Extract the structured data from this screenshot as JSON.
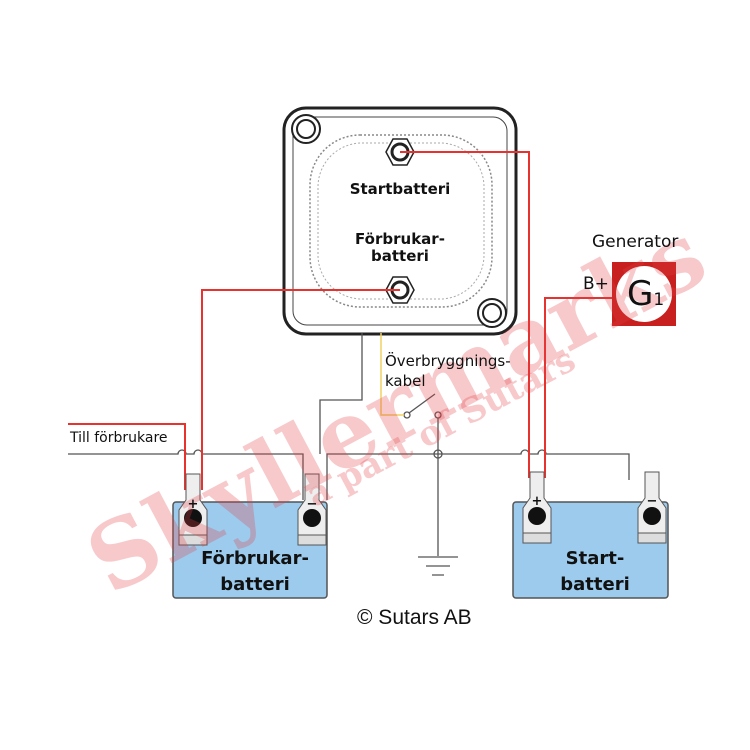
{
  "relay": {
    "label_start": "Startbatteri",
    "label_consumer_1": "Förbrukar-",
    "label_consumer_2": "batteri"
  },
  "bridge_cable": {
    "line1": "Överbryggnings-",
    "line2": "kabel"
  },
  "generator": {
    "title": "Generator",
    "terminal": "B+",
    "symbol": "G",
    "subscript": "1"
  },
  "consumer_line": "Till förbrukare",
  "battery_consumer": {
    "line1": "Förbrukar-",
    "line2": "batteri",
    "plus": "+",
    "minus": "−"
  },
  "battery_start": {
    "line1": "Start-",
    "line2": "batteri",
    "plus": "+",
    "minus": "−"
  },
  "copyright": "© Sutars AB",
  "watermark": {
    "main": "Skyllermarks",
    "sub": "a part of Sutars"
  },
  "colors": {
    "wire_positive": "#e8322e",
    "wire_negative": "#555555",
    "bridge": "#f0d060",
    "battery": "#9ccbed",
    "generator": "#c8201e"
  }
}
